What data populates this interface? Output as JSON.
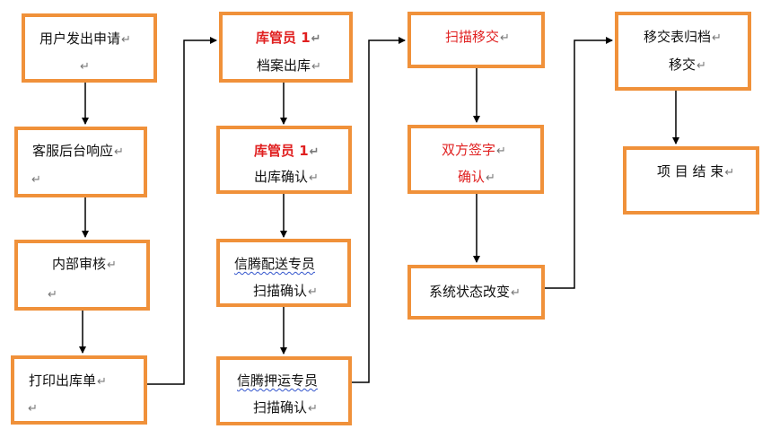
{
  "colors": {
    "box_border": "#F0913A",
    "arrow": "#000000",
    "emphasis_text": "#E02020",
    "text": "#111111"
  },
  "mark": "↵",
  "columns": [
    {
      "boxes": [
        {
          "lines": [
            "用户发出申请",
            ""
          ]
        },
        {
          "lines": [
            "客服后台响应",
            ""
          ]
        },
        {
          "lines": [
            "内部审核",
            ""
          ]
        },
        {
          "lines": [
            "打印出库单",
            ""
          ]
        }
      ]
    },
    {
      "boxes": [
        {
          "lines": [
            "库管员 1",
            "档案出库"
          ]
        },
        {
          "lines": [
            "库管员 1",
            "出库确认"
          ]
        },
        {
          "lines": [
            "信腾配送专员",
            "扫描确认"
          ]
        },
        {
          "lines": [
            "信腾押运专员",
            "扫描确认"
          ]
        }
      ]
    },
    {
      "boxes": [
        {
          "lines": [
            "扫描移交"
          ]
        },
        {
          "lines": [
            "双方签字",
            "确认"
          ]
        },
        {
          "lines": [
            "系统状态改变"
          ]
        }
      ]
    },
    {
      "boxes": [
        {
          "lines": [
            "移交表归档",
            "移交"
          ]
        },
        {
          "lines": [
            "项 目 结 束"
          ]
        }
      ]
    }
  ]
}
